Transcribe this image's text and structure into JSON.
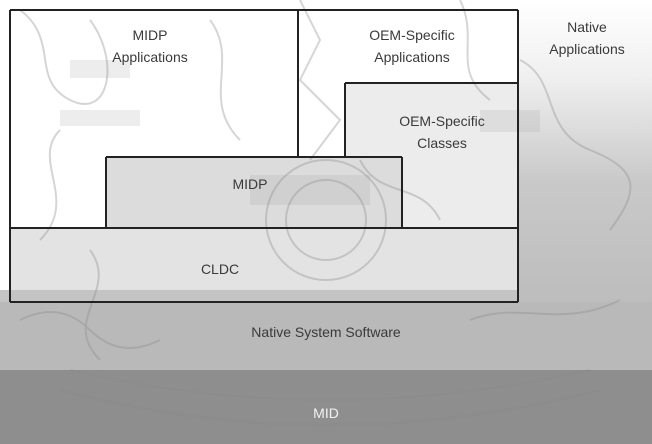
{
  "diagram": {
    "layers": {
      "midp_applications": [
        "MIDP",
        "Applications"
      ],
      "oem_specific_applications": [
        "OEM-Specific",
        "Applications"
      ],
      "native_applications": [
        "Native",
        "Applications"
      ],
      "oem_specific_classes": [
        "OEM-Specific",
        "Classes"
      ],
      "midp": "MIDP",
      "cldc": "CLDC",
      "native_system_software": "Native System Software",
      "mid": "MID"
    }
  },
  "colors": {
    "white": "#ffffff",
    "midp_gray": "#dcdcdc",
    "cldc_gray": "#e3e3e3",
    "native_sys_gray": "#b9b9b9",
    "native_apps_gray": "#bdbdbd",
    "mid_dark": "#8e8e8e",
    "line": "#222222",
    "watermark": "#8a8a8a"
  }
}
